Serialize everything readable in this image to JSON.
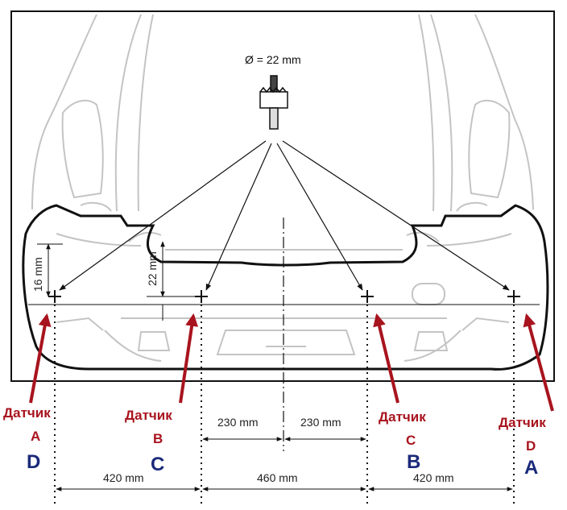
{
  "drill": {
    "diameter_label": "Ø = 22 mm",
    "icon": "hole-saw-icon"
  },
  "vertical_dims": {
    "left": "16 mm",
    "inner": "22 mm"
  },
  "horizontal_dims": {
    "center_left": "230 mm",
    "center_right": "230 mm",
    "bottom_left": "420 mm",
    "bottom_middle": "460 mm",
    "bottom_right": "420 mm"
  },
  "sensors": [
    {
      "word": "Датчик",
      "letter_red": "A",
      "letter_navy": "D"
    },
    {
      "word": "Датчик",
      "letter_red": "B",
      "letter_navy": "C"
    },
    {
      "word": "Датчик",
      "letter_red": "C",
      "letter_navy": "B"
    },
    {
      "word": "Датчик",
      "letter_red": "D",
      "letter_navy": "A"
    }
  ],
  "colors": {
    "arrow_red": "#a8141e",
    "letter_navy": "#1b2a7a",
    "car_line": "#c4c4c4",
    "outline": "#111111"
  }
}
